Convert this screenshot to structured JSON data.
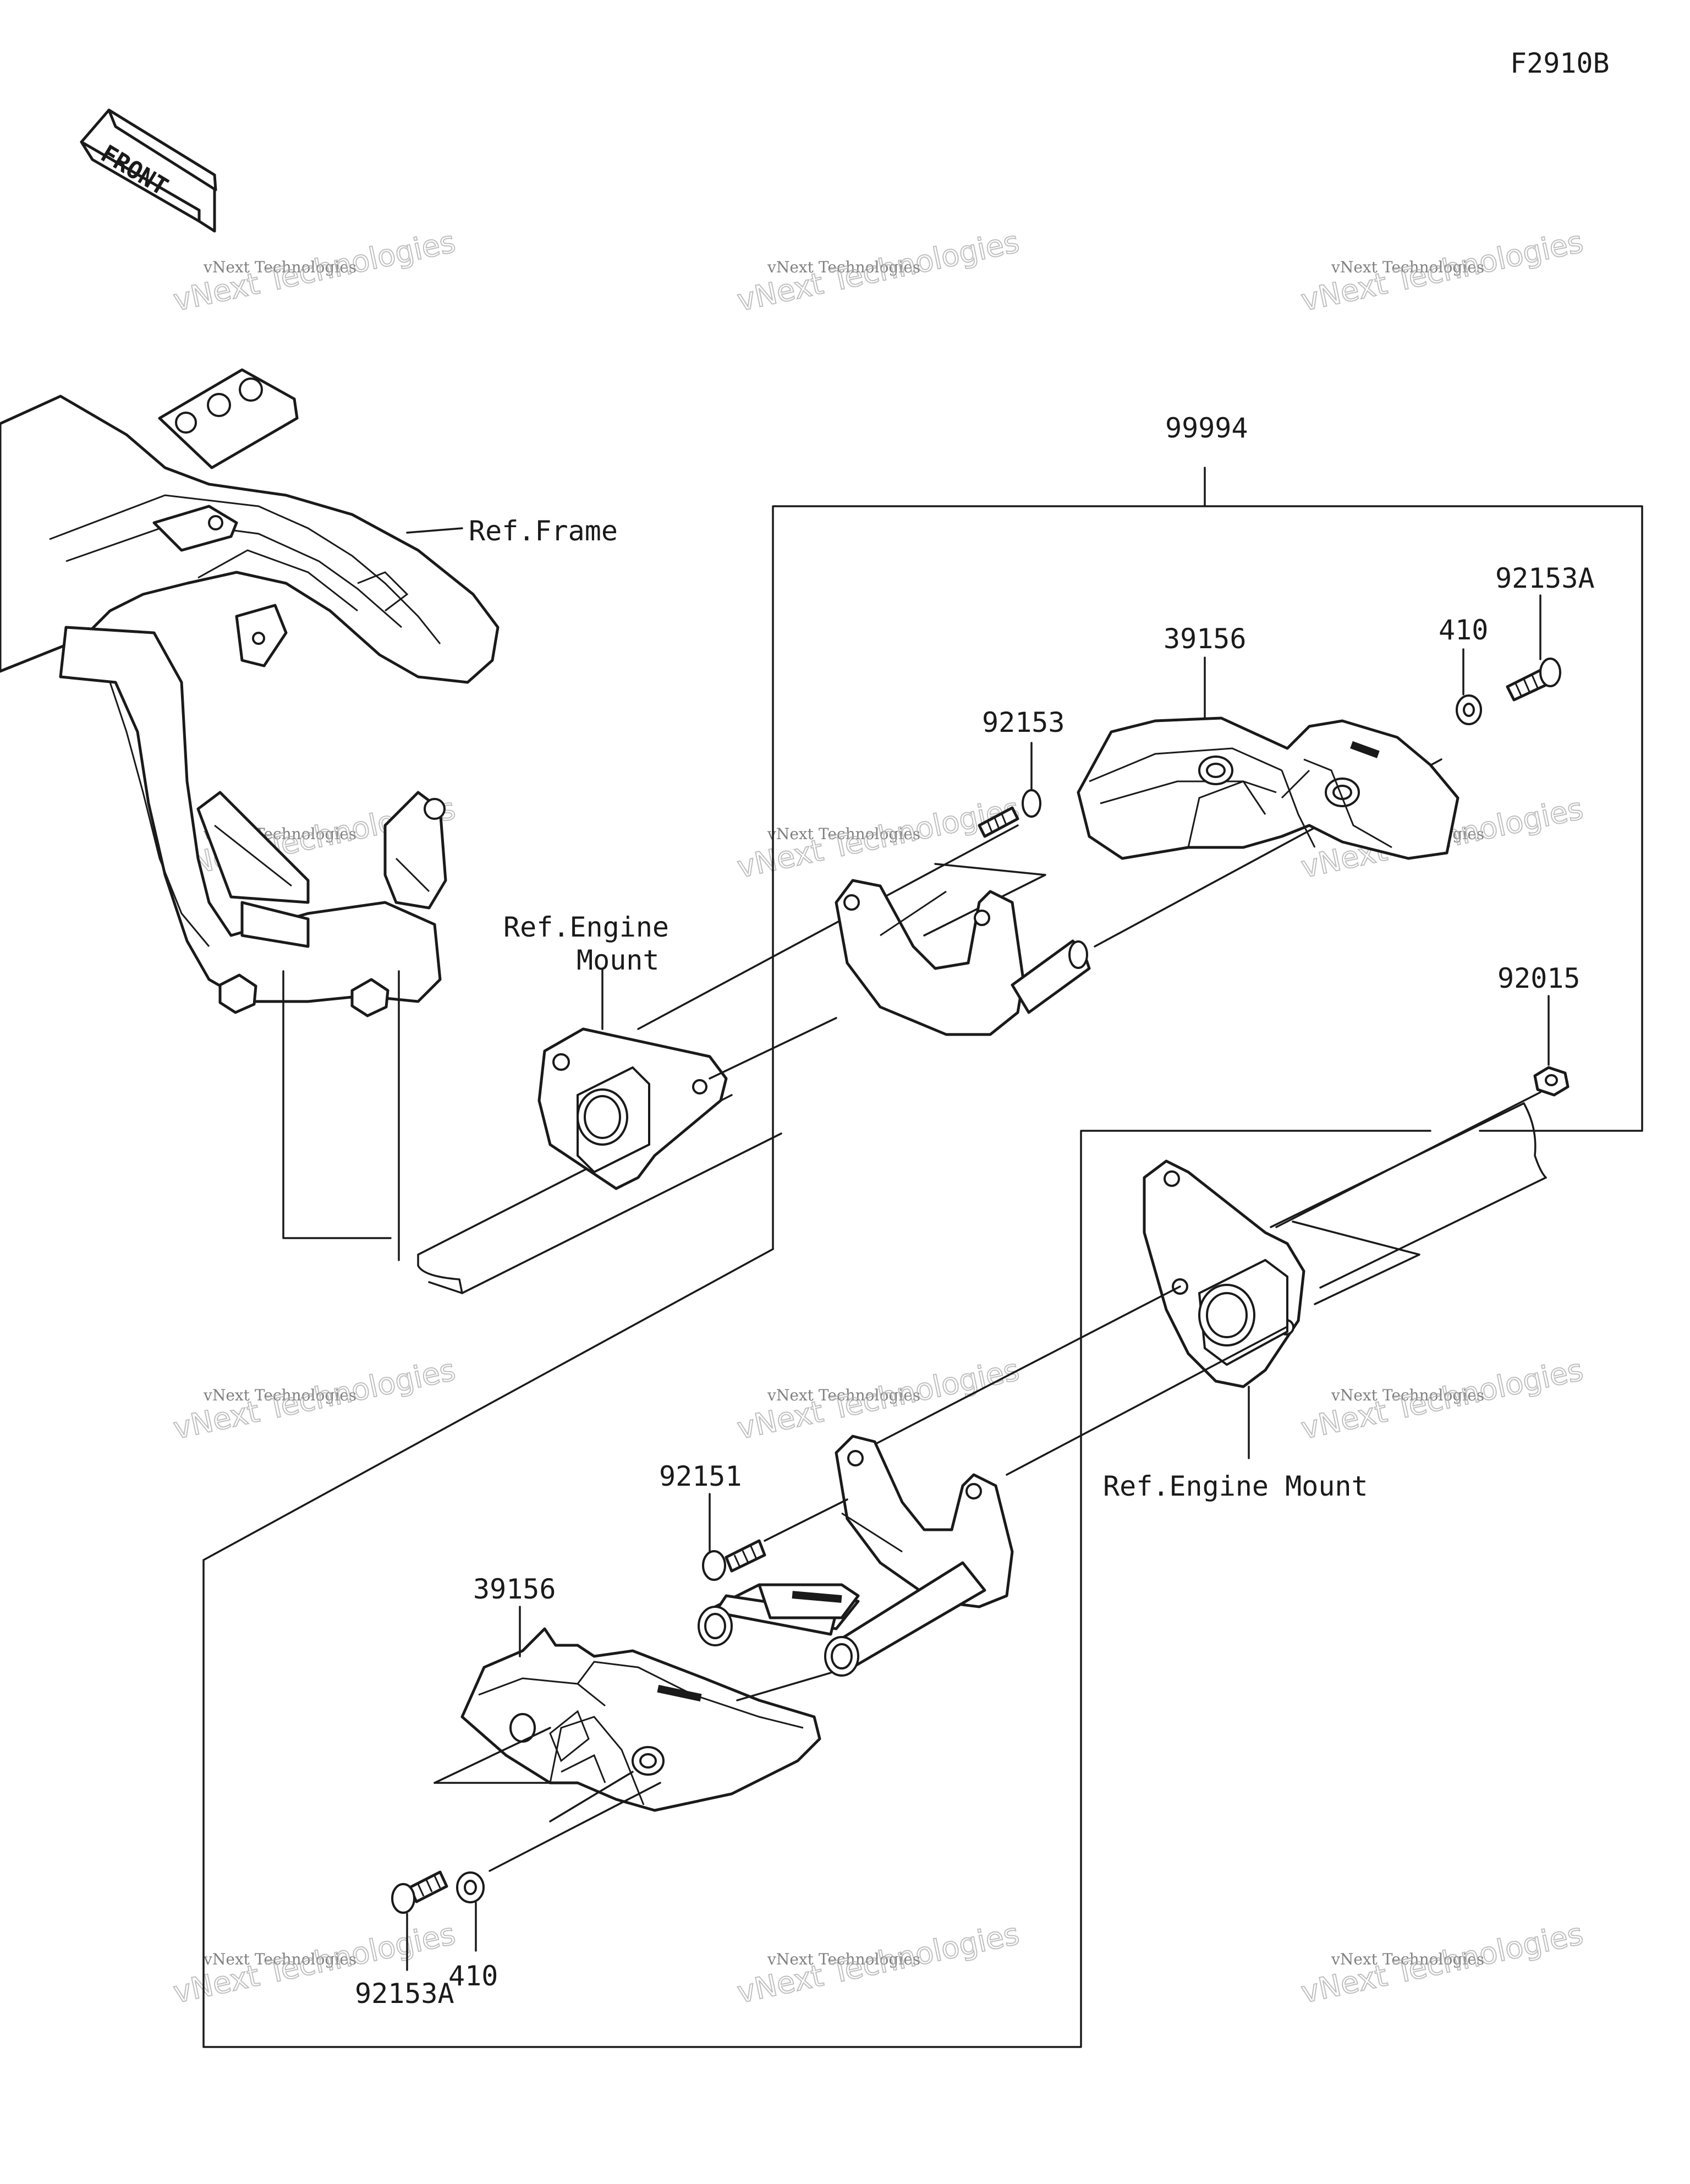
{
  "figure_code": "F2910B",
  "front_label": "FRONT",
  "labels": {
    "ref_frame": "Ref.Frame",
    "ref_engine_mount_top_line1": "Ref.Engine",
    "ref_engine_mount_top_line2": "Mount",
    "ref_engine_mount_bottom": "Ref.Engine Mount"
  },
  "parts": {
    "kit": "99994",
    "slider_top": "39156",
    "bolt_top": "92153",
    "washer_top": "410",
    "bolt_a_top": "92153A",
    "nut": "92015",
    "bolt_bottom": "92151",
    "slider_bottom": "39156",
    "washer_bottom": "410",
    "bolt_a_bottom": "92153A"
  },
  "watermark": {
    "line1": "vNext Technologies",
    "line2": "vNext Technologies"
  },
  "colors": {
    "line": "#1a1a1a",
    "background": "#ffffff",
    "watermark": "#b0b0b0"
  }
}
